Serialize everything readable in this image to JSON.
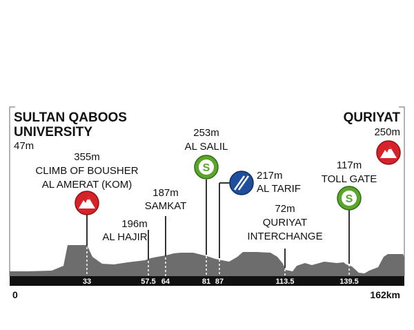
{
  "start": {
    "name_line1": "SULTAN QABOOS",
    "name_line2": "UNIVERSITY",
    "altitude": "47m"
  },
  "finish": {
    "name": "QURIYAT",
    "altitude": "250m"
  },
  "axis": {
    "start_label": "0",
    "end_label": "162km"
  },
  "points": [
    {
      "km": "33",
      "altitude": "355m",
      "name_line1": "CLIMB OF BOUSHER",
      "name_line2": "AL AMERAT (KOM)",
      "type": "kom"
    },
    {
      "km": "57.5",
      "altitude": "196m",
      "name_line1": "AL HAJIR",
      "name_line2": "",
      "type": "town"
    },
    {
      "km": "64",
      "altitude": "187m",
      "name_line1": "SAMKAT",
      "name_line2": "",
      "type": "town"
    },
    {
      "km": "81",
      "altitude": "253m",
      "name_line1": "AL SALIL",
      "name_line2": "",
      "type": "sprint"
    },
    {
      "km": "87",
      "altitude": "217m",
      "name_line1": "AL TARIF",
      "name_line2": "",
      "type": "feed"
    },
    {
      "km": "113.5",
      "altitude": "72m",
      "name_line1": "QURIYAT",
      "name_line2": "INTERCHANGE",
      "type": "town"
    },
    {
      "km": "139.5",
      "altitude": "117m",
      "name_line1": "TOLL GATE",
      "name_line2": "",
      "type": "sprint"
    }
  ],
  "icons": {
    "kom": "mountain-icon",
    "sprint": "sprint-s-icon",
    "feed": "feed-zone-slash-icon",
    "finish": "finish-mountain-icon"
  },
  "colors": {
    "kom": "#d62229",
    "sprint": "#5aa62c",
    "feed": "#1f4e9c",
    "profile": "#6d6d6d",
    "bar": "#111111"
  }
}
